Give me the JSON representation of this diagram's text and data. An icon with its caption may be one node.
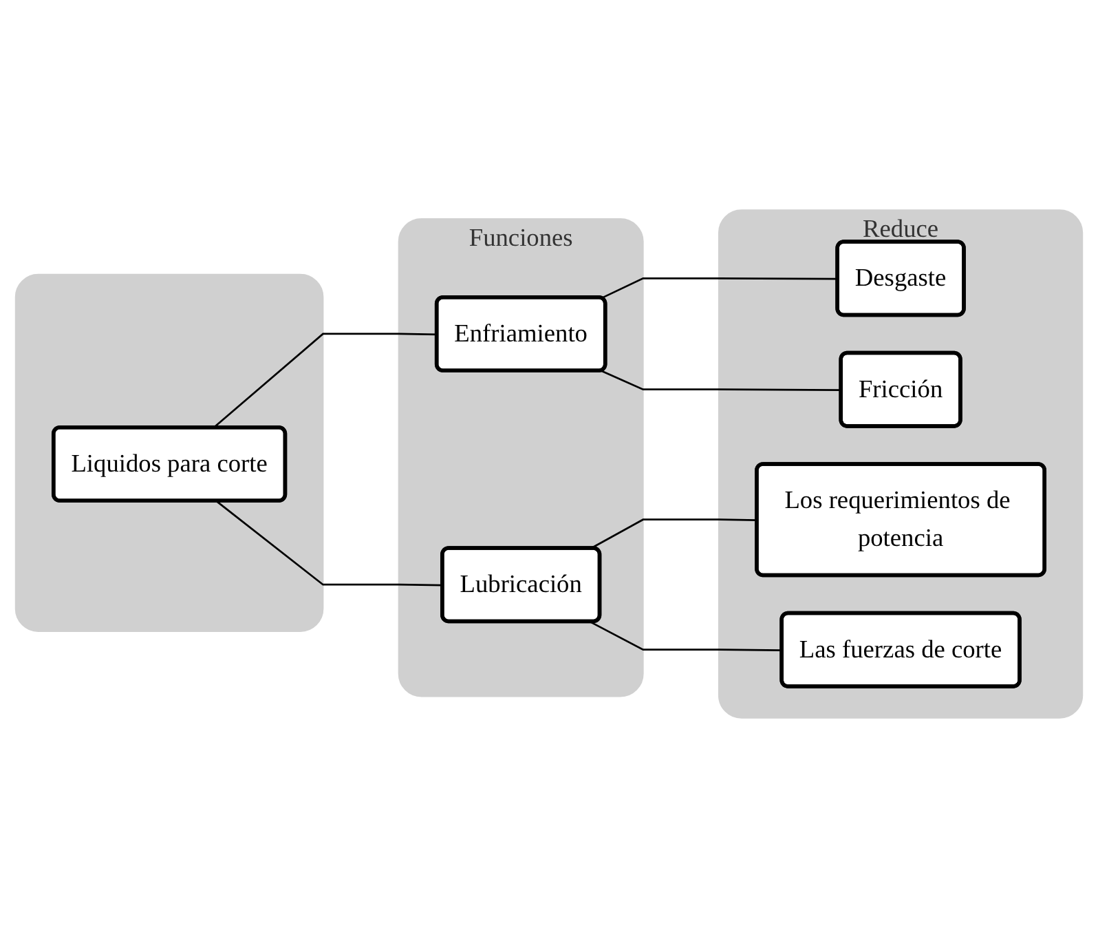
{
  "diagram": {
    "nodes": [
      {
        "text": [],
        "shape": "box"
      },
      {
        "text": [
          "Liquidos para corte"
        ],
        "in": 0
      },
      {
        "text": [
          "Funciones"
        ]
      },
      {
        "text": [
          "Enfriamiento"
        ],
        "in": 2
      },
      {
        "text": [
          "Lubricación"
        ],
        "in": 2
      },
      {
        "text": [
          "Reduce"
        ]
      },
      {
        "text": [
          "Desgaste"
        ],
        "in": 5
      },
      {
        "text": [
          "Fricción"
        ],
        "in": 5
      },
      {
        "text": [
          "Los requerimientos de potencia"
        ],
        "in": 5
      },
      {
        "text": [
          "Las fuerzas de corte"
        ],
        "in": 5
      }
    ],
    "edges": [
      {
        "from": 1,
        "to": 3,
        "arrow": "none"
      },
      {
        "from": 1,
        "to": 4,
        "arrow": "none"
      },
      {
        "from": 3,
        "to": 6,
        "arrow": "none"
      },
      {
        "from": 3,
        "to": 7,
        "arrow": "none"
      },
      {
        "from": 4,
        "to": 8,
        "arrow": "none"
      },
      {
        "from": 4,
        "to": 9,
        "arrow": "none"
      }
    ]
  }
}
